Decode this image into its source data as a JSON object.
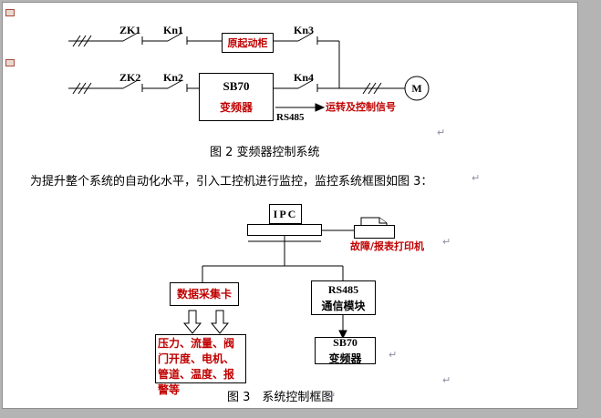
{
  "fig2": {
    "switches": {
      "zk1": "ZK1",
      "kn1": "Kn1",
      "kn3": "Kn3",
      "zk2": "ZK2",
      "kn2": "Kn2",
      "kn4": "Kn4"
    },
    "starter_box": "原起动柜",
    "inverter": {
      "line1": "SB70",
      "line2": "变频器"
    },
    "motor": "M",
    "rs485_label": "RS485",
    "signal_label": "运转及控制信号",
    "caption": "图 2 变频器控制系统"
  },
  "body_paragraph": "为提升整个系统的自动化水平，引入工控机进行监控，监控系统框图如图 3：",
  "fig3": {
    "ipc_label": "IPC",
    "printer_label": "故障/报表打印机",
    "daq_label": "数据采集卡",
    "comm": {
      "line1": "RS485",
      "line2": "通信模块"
    },
    "sensor_text": "压力、流量、阀门开度、电机、管道、温度、报警等",
    "inverter": {
      "line1": "SB70",
      "line2": "变频器"
    },
    "caption": "图 3　系统控制框图"
  },
  "marks": {
    "line_break": "↵"
  },
  "colors": {
    "accent_red": "#c00000",
    "line_black": "#000000"
  }
}
